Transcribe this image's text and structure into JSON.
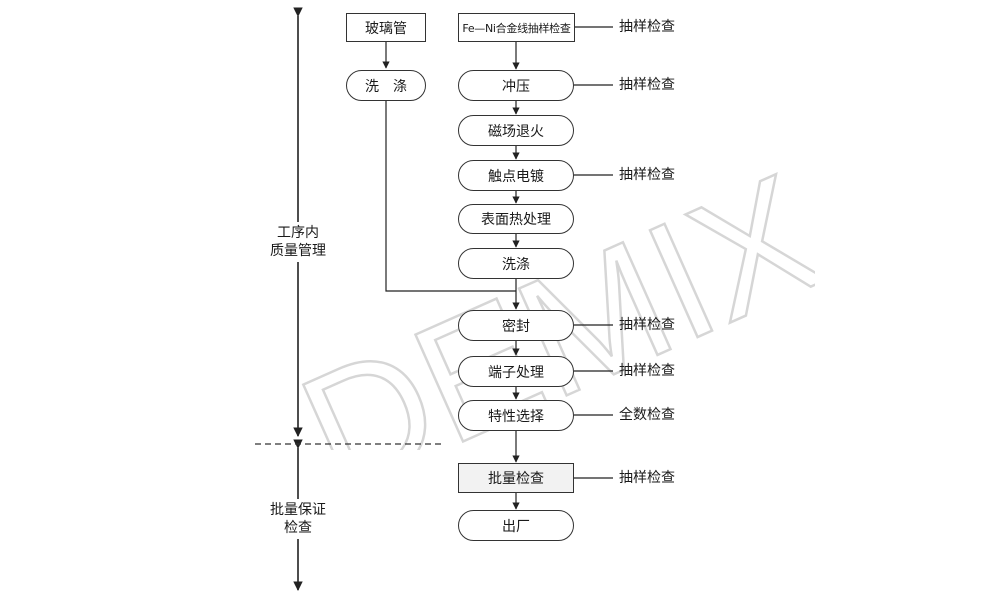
{
  "watermark": "DEMIX",
  "phases": {
    "in_process": {
      "line1": "工序内",
      "line2": "质量管理"
    },
    "batch": {
      "line1": "批量保证",
      "line2": "检查"
    }
  },
  "left_flow": {
    "glass_tube": "玻璃管",
    "wash": "洗　涤"
  },
  "main_flow": {
    "fe_ni": "Fe—Ni合金线抽样检查",
    "stamping": "冲压",
    "anneal": "磁场退火",
    "plating": "触点电镀",
    "surface": "表面热处理",
    "wash": "洗涤",
    "seal": "密封",
    "terminal": "端子处理",
    "select": "特性选择",
    "batch_check": "批量检查",
    "ship": "出厂"
  },
  "checks": {
    "fe_ni": "抽样检查",
    "stamping": "抽样检查",
    "plating": "抽样检查",
    "seal": "抽样检查",
    "terminal": "抽样检查",
    "select": "全数检查",
    "batch_check": "抽样检查"
  }
}
